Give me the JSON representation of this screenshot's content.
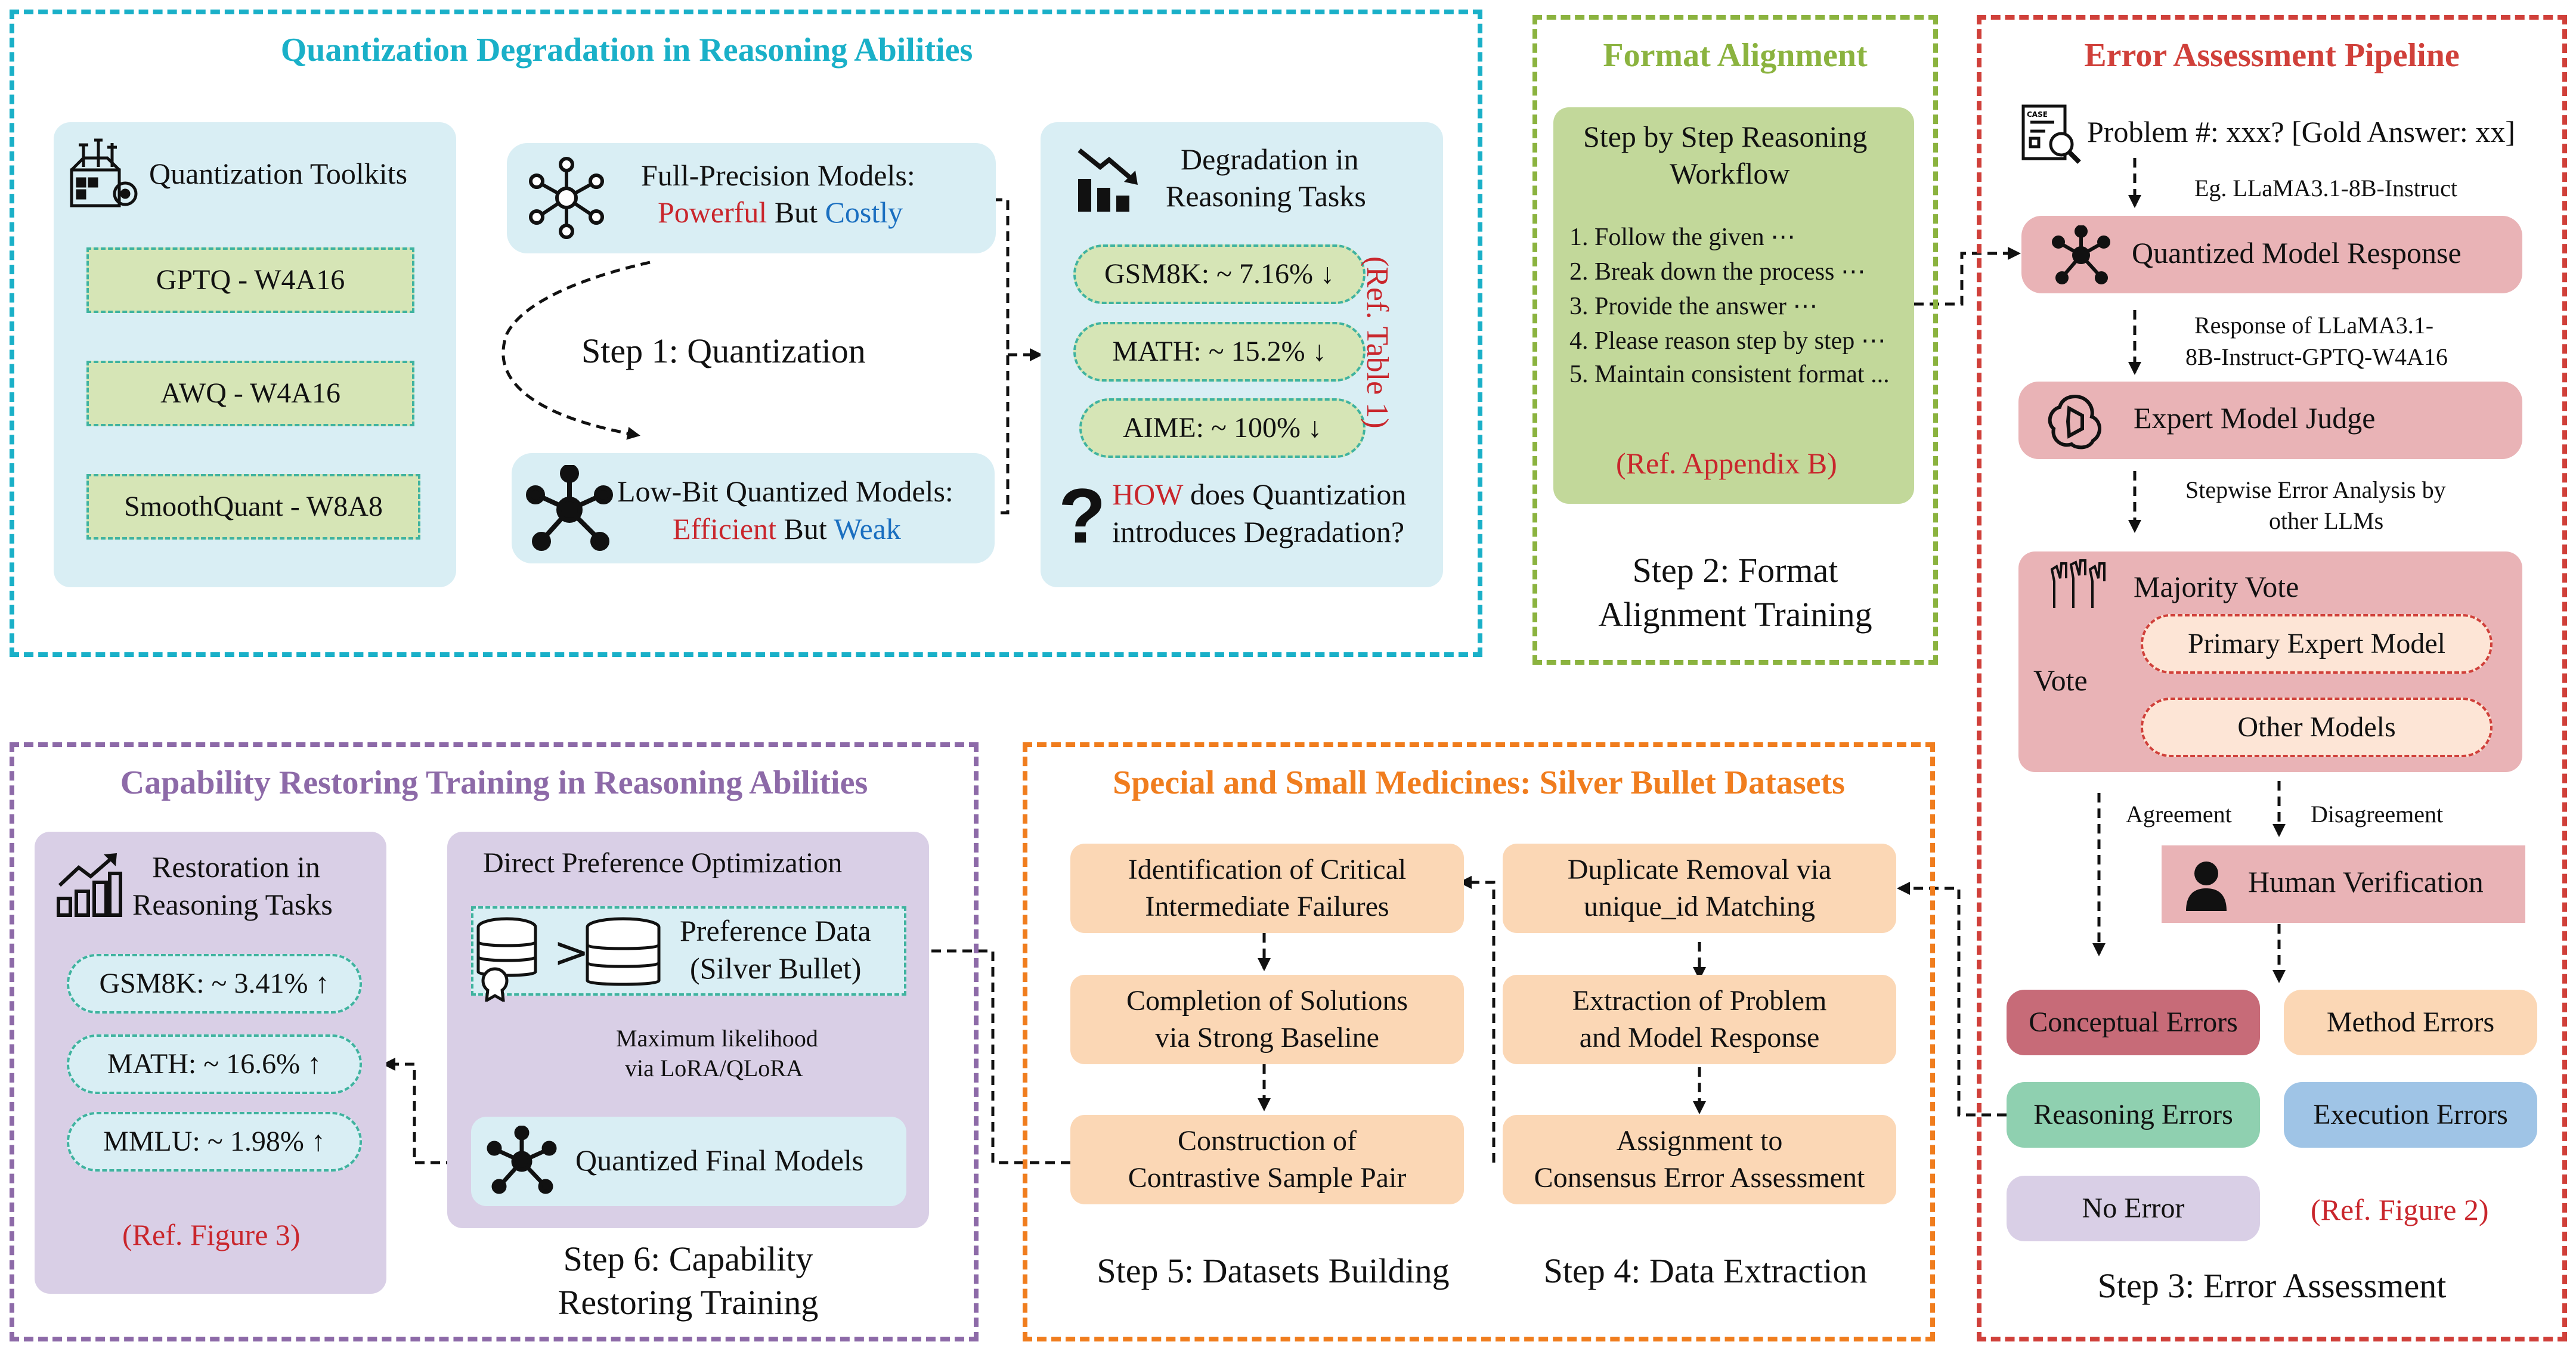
{
  "colors": {
    "cyan_border": "#1ab0c8",
    "green_border": "#8bb33f",
    "red_border": "#d0403a",
    "purple_border": "#8d6aa8",
    "orange_border": "#f07d1e",
    "light_blue": "#d9eef4",
    "light_green": "#d6e5b6",
    "green_box": "#c2d89a",
    "pink": "#e9b3b6",
    "peach": "#fbd7b5",
    "lavender": "#d9cfe6",
    "ref_red": "#c9262c"
  },
  "quant_panel": {
    "title": "Quantization Degradation in Reasoning Abilities",
    "toolkits": {
      "title": "Quantization Toolkits",
      "icon": "toolbox-icon",
      "items": [
        "GPTQ - W4A16",
        "AWQ - W4A16",
        "SmoothQuant - W8A8"
      ]
    },
    "full_precision": {
      "title": "Full-Precision Models:",
      "powerful": "Powerful",
      "but1": " But ",
      "costly": "Costly",
      "icon": "network-icon"
    },
    "step1": "Step 1: Quantization",
    "low_bit": {
      "title": "Low-Bit Quantized Models:",
      "efficient": "Efficient",
      "but2": " But ",
      "weak": "Weak",
      "icon": "network-icon"
    },
    "degradation": {
      "title_line1": "Degradation in",
      "title_line2": "Reasoning Tasks",
      "icon": "bar-chart-down-icon",
      "items": [
        "GSM8K: ~ 7.16% ↓",
        "MATH: ~ 15.2% ↓",
        "AIME: ~ 100% ↓"
      ],
      "ref": "(Ref. Table 1)",
      "question_mark": "?",
      "question_how": "HOW",
      "question_line1_rest": " does Quantization",
      "question_line2": "introduces Degradation?"
    }
  },
  "format_panel": {
    "title": "Format Alignment",
    "workflow_line1": "Step by Step Reasoning",
    "workflow_line2": "Workflow",
    "steps": [
      "1. Follow the given ⋯",
      "2. Break down the process ⋯",
      "3. Provide the answer ⋯",
      "4. Please reason step by step ⋯",
      "5. Maintain consistent format ..."
    ],
    "ref": "(Ref. Appendix B)",
    "caption_line1": "Step 2: Format",
    "caption_line2": "Alignment Training"
  },
  "error_panel": {
    "title": "Error Assessment Pipeline",
    "problem": "Problem #: xxx? [Gold Answer: xx]",
    "problem_icon": "case-study-icon",
    "example_model": "Eg. LLaMA3.1-8B-Instruct",
    "quantized_response": "Quantized Model Response",
    "response_of_line1": "Response of  LLaMA3.1-",
    "response_of_line2": "8B-Instruct-GPTQ-W4A16",
    "expert_judge": "Expert Model Judge",
    "stepwise_line1": "Stepwise Error Analysis by",
    "stepwise_line2": "other LLMs",
    "majority_vote": "Majority Vote",
    "vote": "Vote",
    "primary_expert": "Primary Expert Model",
    "other_models": "Other Models",
    "agreement": "Agreement",
    "disagreement": "Disagreement",
    "human_verification": "Human Verification",
    "errors": {
      "conceptual": "Conceptual Errors",
      "method": "Method Errors",
      "reasoning": "Reasoning Errors",
      "execution": "Execution Errors",
      "none": "No Error"
    },
    "ref": "(Ref. Figure 2)",
    "caption": "Step 3: Error Assessment"
  },
  "capability_panel": {
    "title": "Capability Restoring Training in Reasoning Abilities",
    "restoration": {
      "title_line1": "Restoration in",
      "title_line2": "Reasoning Tasks",
      "icon": "bar-chart-up-icon",
      "items": [
        "GSM8K: ~ 3.41% ↑",
        "MATH: ~ 16.6% ↑",
        "MMLU: ~ 1.98% ↑"
      ],
      "ref": "(Ref. Figure 3)"
    },
    "dpo": {
      "title": "Direct Preference Optimization",
      "pref_line1": "Preference Data",
      "pref_line2": "(Silver Bullet)",
      "db_icon": "database-icon",
      "greater": ">",
      "ml_line1": "Maximum likelihood",
      "ml_line2": "via LoRA/QLoRA",
      "final_models": "Quantized Final Models"
    },
    "caption_line1": "Step 6: Capability",
    "caption_line2": "Restoring Training"
  },
  "silver_panel": {
    "title": "Special and Small Medicines: Silver Bullet Datasets",
    "left_col": [
      [
        "Identification of Critical",
        "Intermediate Failures"
      ],
      [
        "Completion of Solutions",
        "via Strong Baseline"
      ],
      [
        "Construction of",
        "Contrastive Sample Pair"
      ]
    ],
    "right_col": [
      [
        "Duplicate Removal via",
        "unique_id Matching"
      ],
      [
        "Extraction of Problem",
        "and Model Response"
      ],
      [
        "Assignment to",
        "Consensus Error Assessment"
      ]
    ],
    "caption_step5": "Step 5: Datasets Building",
    "caption_step4": "Step 4: Data Extraction"
  }
}
